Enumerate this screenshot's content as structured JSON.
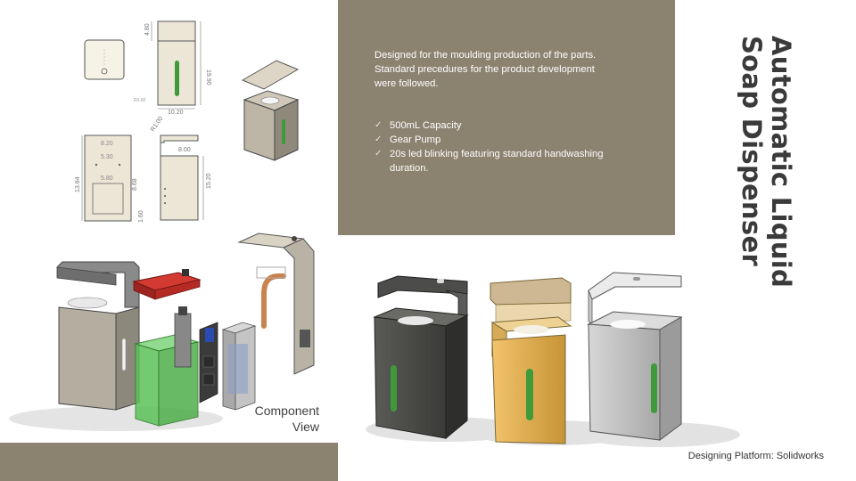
{
  "title": {
    "line1": "Automatic Liquid",
    "line2": "Soap Dispenser"
  },
  "info": {
    "intro": "Designed for the moulding production of the parts. Standard precedures for the product development were followed.",
    "features": [
      "500mL Capacity",
      "Gear Pump",
      "20s led blinking featuring standard handwashing duration."
    ]
  },
  "drawing": {
    "top_view_labels": [
      "4.80",
      "19.90",
      "10.20",
      "R0.60"
    ],
    "side_view_labels": [
      "8.20",
      "5.30",
      "5.80",
      "13.84",
      "8.68",
      "1.60",
      "R1.00",
      "8.00",
      "15.20"
    ]
  },
  "component_label": {
    "line1": "Component",
    "line2": "View"
  },
  "footer": {
    "platform": "Designing Platform: Solidworks"
  },
  "colors": {
    "panel": "#8c8270",
    "title_text": "#3a3a3a",
    "led_green": "#3f9a3a",
    "tank_green": "#5fc35a",
    "pcb_red": "#c0302a",
    "pipe_copper": "#c9834e"
  }
}
